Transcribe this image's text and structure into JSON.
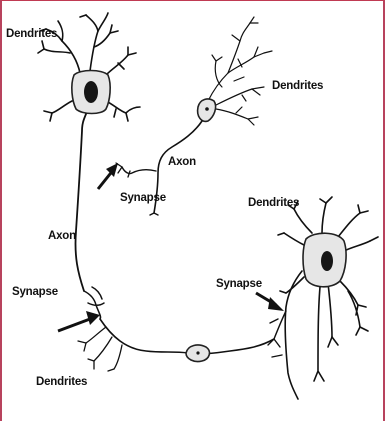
{
  "labels": {
    "dendrites_top_left": "Dendrites",
    "dendrites_top_right": "Dendrites",
    "dendrites_right_neuron": "Dendrites",
    "dendrites_bottom_left": "Dendrites",
    "axon_upper": "Axon",
    "axon_left": "Axon",
    "synapse_upper": "Synapse",
    "synapse_left": "Synapse",
    "synapse_right": "Synapse"
  },
  "colors": {
    "frame_border": "#b8435d",
    "ink": "#111111",
    "cell_body_fill": "#e6e6e6"
  }
}
